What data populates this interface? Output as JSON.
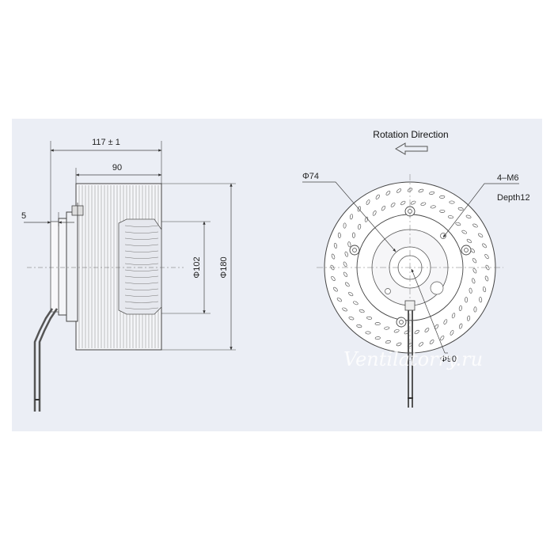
{
  "side_view": {
    "dim_overall": "117 ± 1",
    "dim_width": "90",
    "dim_flange": "5",
    "dim_inner_dia": "Φ102",
    "dim_outer_dia": "Φ180"
  },
  "front_view": {
    "rotation_title": "Rotation  Direction",
    "pitch_circle": "Φ74",
    "thread": "4–M6",
    "depth": "Depth12",
    "hub_dia": "Φ90"
  },
  "watermark": "Ventilatorry.ru",
  "colors": {
    "panel": "#ebeef5",
    "line": "#333333",
    "dim": "#444444"
  }
}
